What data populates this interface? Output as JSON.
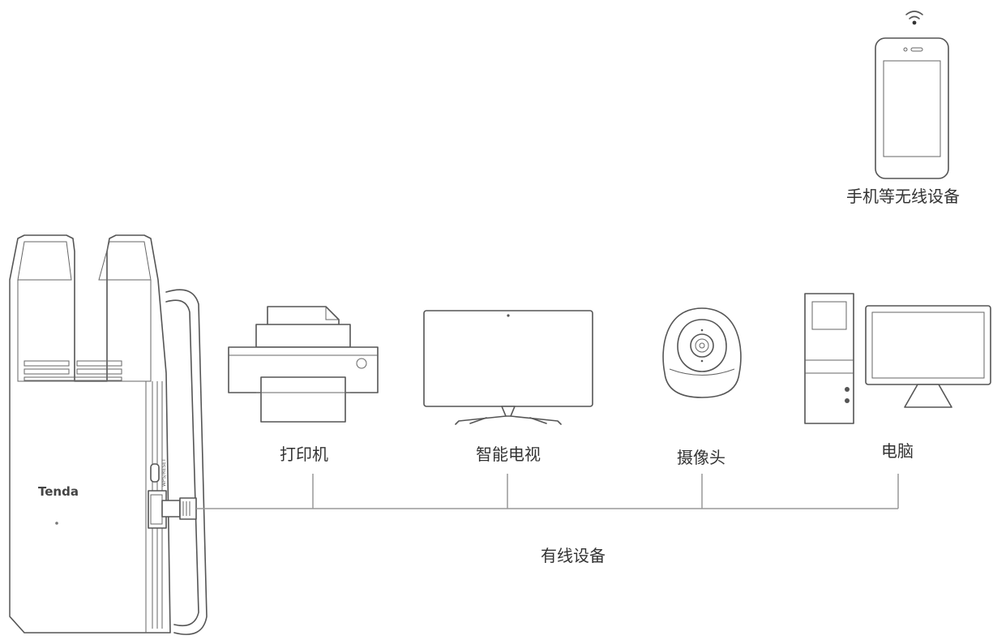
{
  "router": {
    "brand": "Tenda",
    "port_label": "WPS/RESET"
  },
  "wireless": {
    "label": "手机等无线设备"
  },
  "wired_devices": [
    {
      "label": "打印机",
      "icon": "printer-icon"
    },
    {
      "label": "智能电视",
      "icon": "smart-tv-icon"
    },
    {
      "label": "摄像头",
      "icon": "camera-icon"
    },
    {
      "label": "电脑",
      "icon": "computer-icon"
    }
  ],
  "bus_label": "有线设备"
}
